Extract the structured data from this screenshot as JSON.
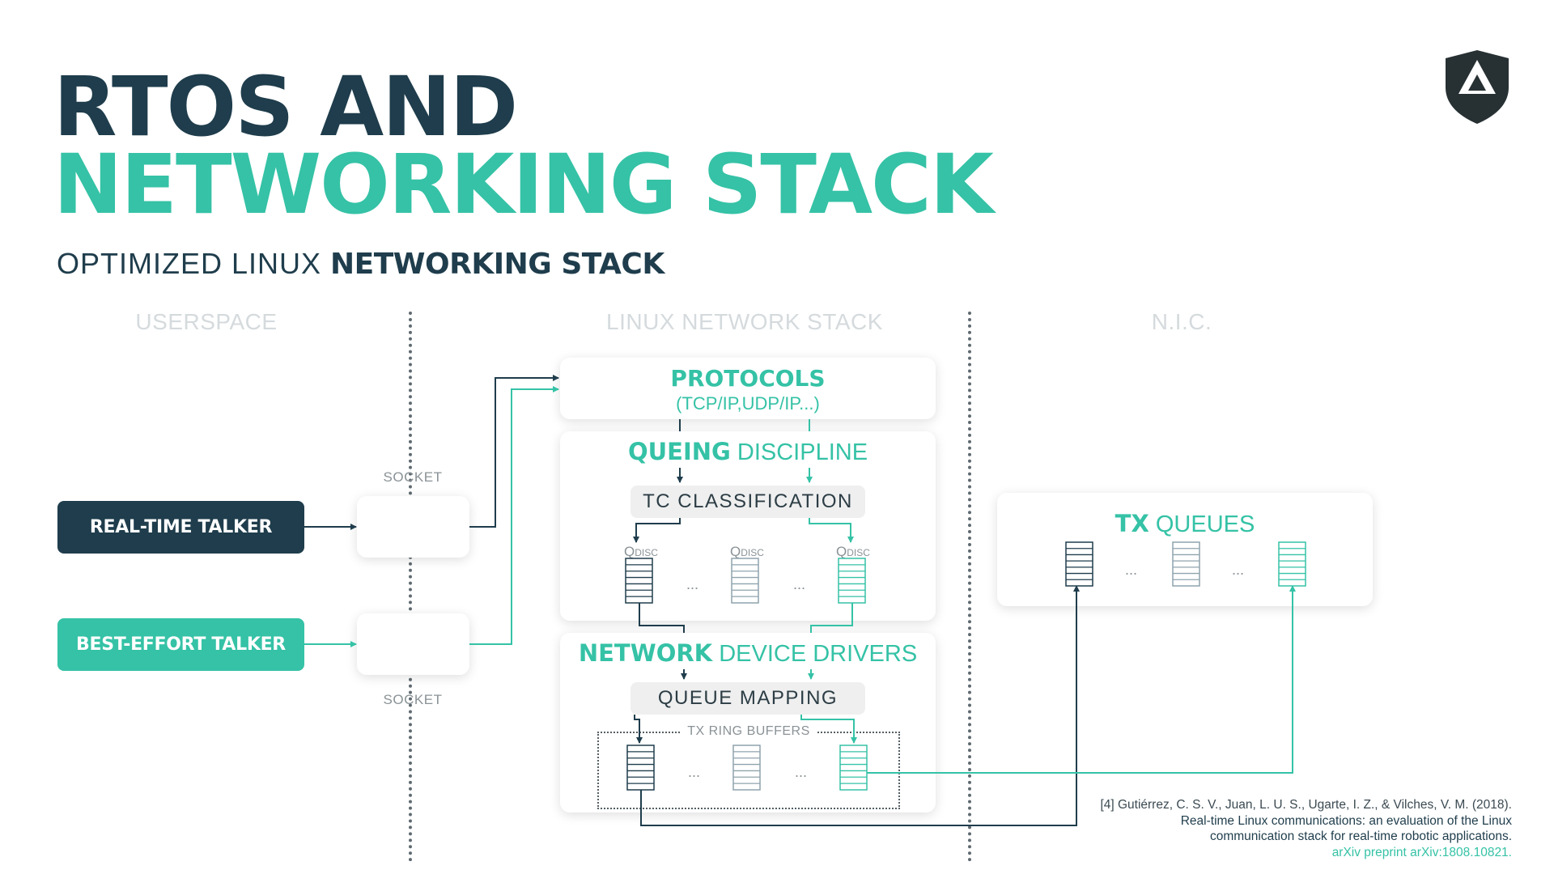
{
  "title": {
    "line1": "RTOS AND",
    "line2": "NETWORKING STACK"
  },
  "subtitle": {
    "normal": "OPTIMIZED LINUX ",
    "bold": "NETWORKING STACK"
  },
  "columns": {
    "userspace": "USERSPACE",
    "linux": "LINUX NETWORK STACK",
    "nic": "N.I.C."
  },
  "talkers": {
    "realtime": "REAL-TIME TALKER",
    "besteffort": "BEST-EFFORT TALKER"
  },
  "socket_label": "SOCKET",
  "protocols": {
    "title": "PROTOCOLS",
    "sub": "(TCP/IP,UDP/IP...)"
  },
  "qdisc_section": {
    "bold": "QUEING",
    "normal": " DISCIPLINE",
    "pill": "TC CLASSIFICATION",
    "qdisc": "Qdisc"
  },
  "drivers_section": {
    "bold": "NETWORK",
    "normal": " DEVICE DRIVERS",
    "pill": "QUEUE MAPPING",
    "ring": "TX RING BUFFERS"
  },
  "txqueues": {
    "bold": "TX",
    "normal": " QUEUES"
  },
  "ellipsis": "...",
  "citation": {
    "line1": "[4] Gutiérrez, C. S. V., Juan, L. U. S., Ugarte, I. Z., & Vilches, V. M. (2018).",
    "line2": "Real-time Linux communications: an evaluation of the Linux",
    "line3": "communication stack for real-time robotic applications.",
    "line4": "arXiv preprint arXiv:1808.10821."
  },
  "colors": {
    "dark": "#1f3d4c",
    "teal": "#35c2a6",
    "grey": "#8fa3ad"
  },
  "icon": "shield-logo-icon"
}
